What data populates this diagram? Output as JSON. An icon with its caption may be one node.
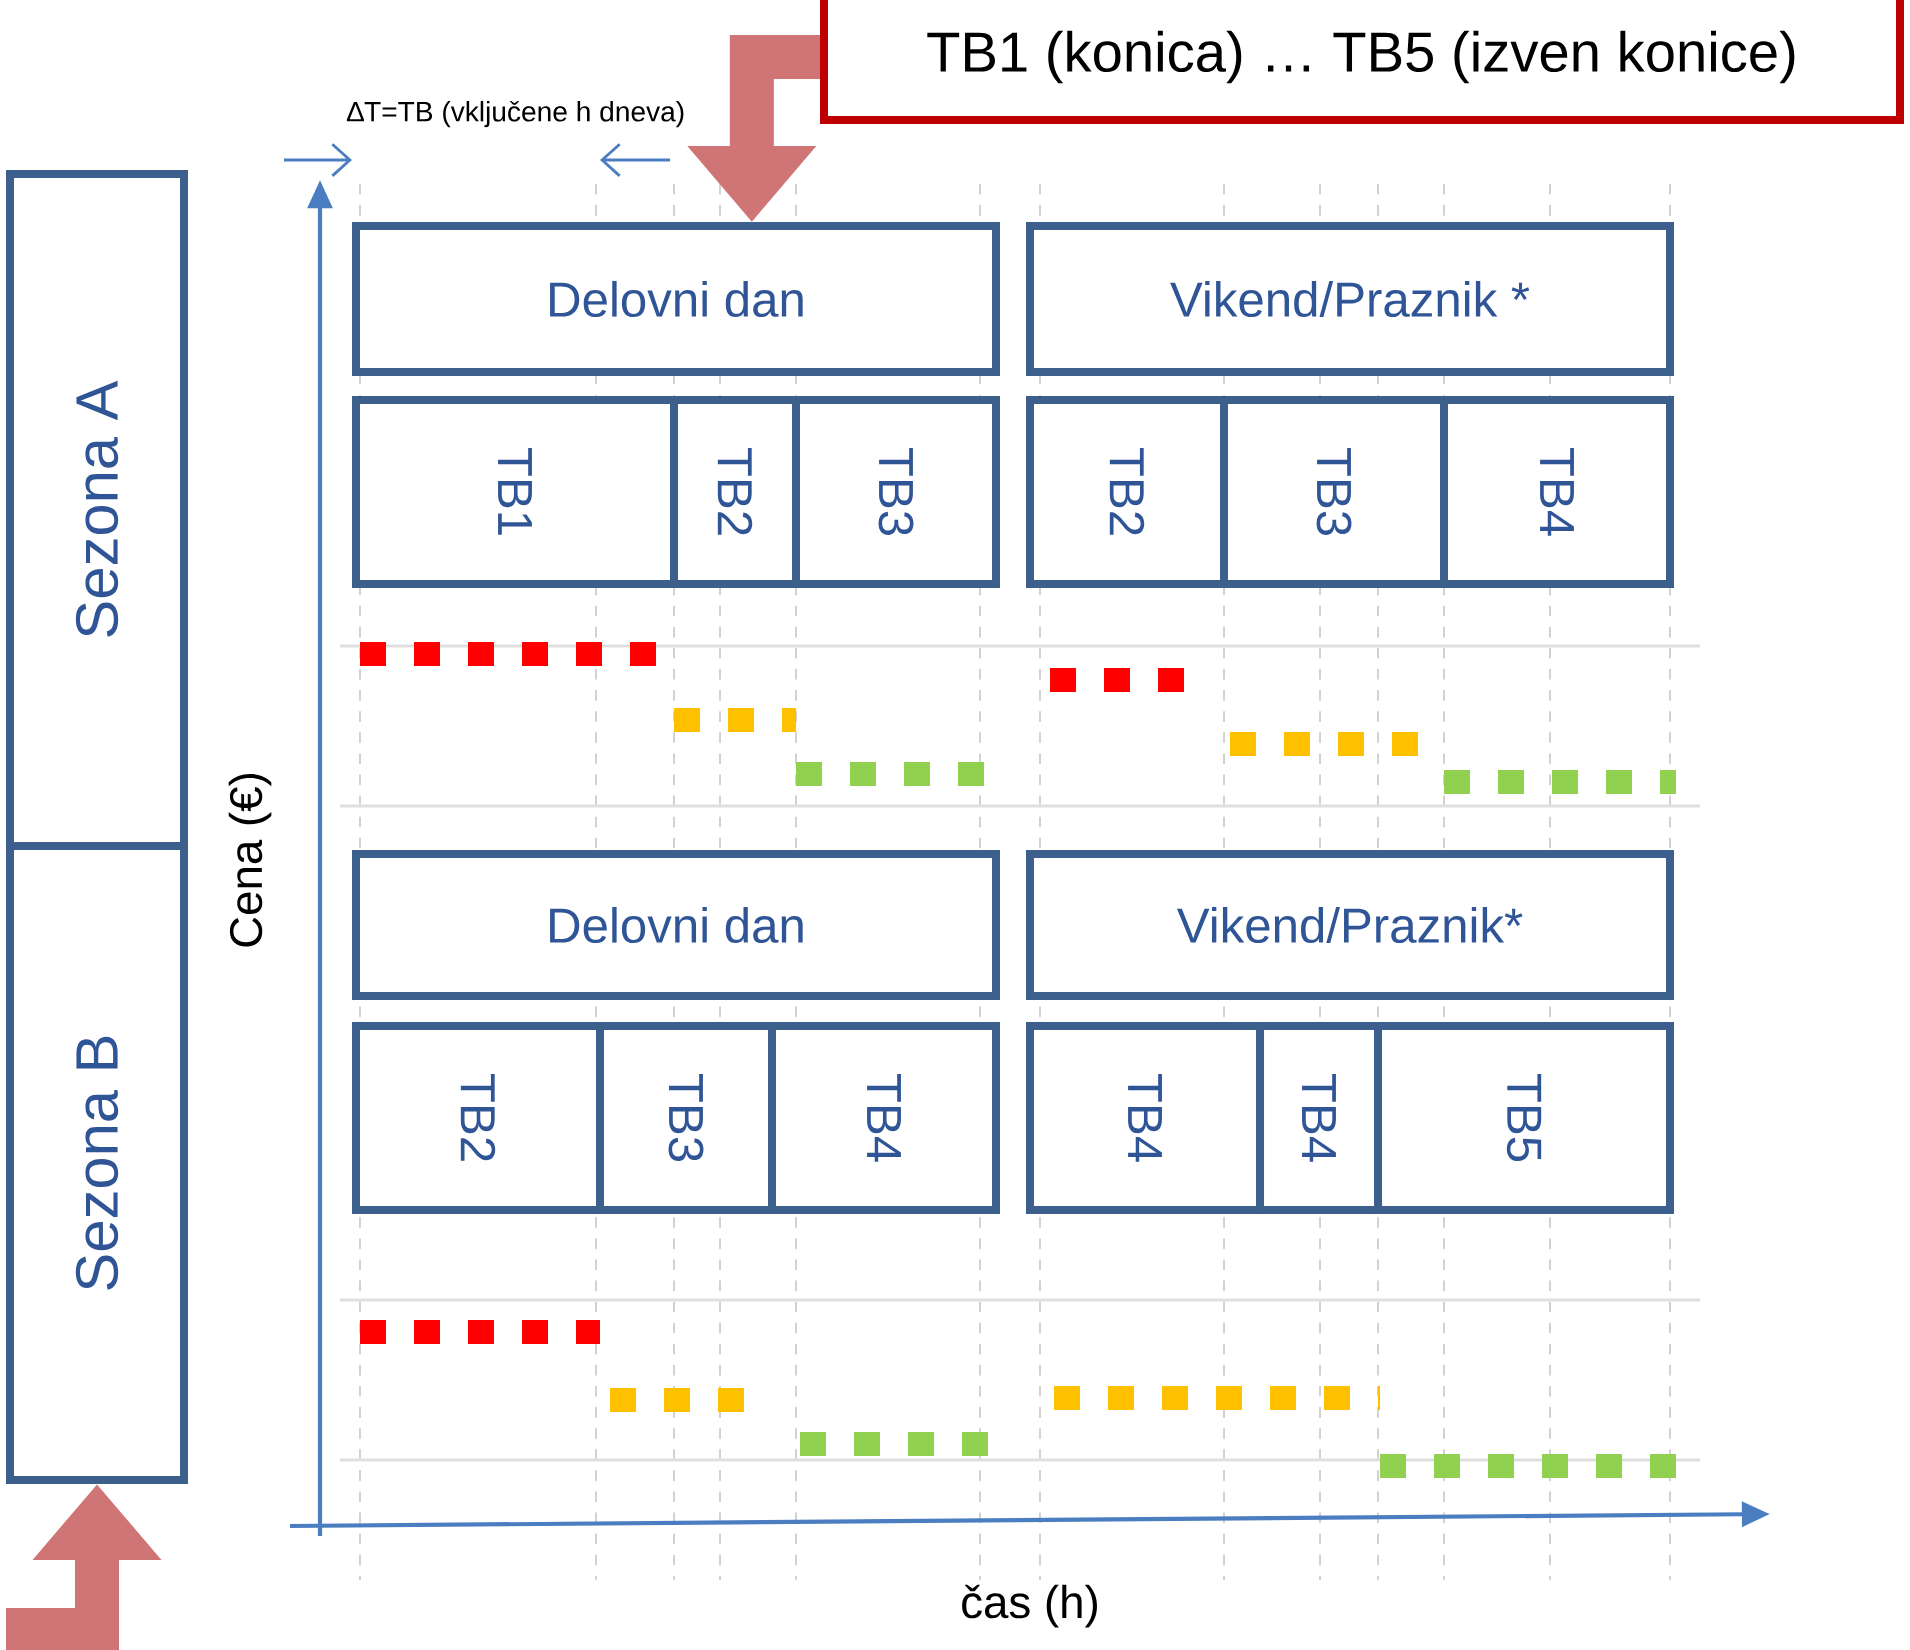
{
  "diagram": {
    "nodes": [
      {
        "text": [
          "Sezona A"
        ]
      },
      {
        "text": [
          "Sezona B"
        ]
      },
      {
        "text": [
          "Delovni dan"
        ]
      },
      {
        "text": [
          "Vikend/Praznik *"
        ]
      },
      {
        "text": [
          "TB1"
        ]
      },
      {
        "text": [
          "TB2"
        ]
      },
      {
        "text": [
          "TB3"
        ]
      },
      {
        "text": [
          "TB2"
        ]
      },
      {
        "text": [
          "TB3"
        ]
      },
      {
        "text": [
          "TB4"
        ]
      },
      {
        "text": [
          "Delovni dan"
        ]
      },
      {
        "text": [
          "Vikend/Praznik*"
        ]
      },
      {
        "text": [
          "TB2"
        ]
      },
      {
        "text": [
          "TB3"
        ]
      },
      {
        "text": [
          "TB4"
        ]
      },
      {
        "text": [
          "TB4"
        ]
      },
      {
        "text": [
          "TB4"
        ]
      },
      {
        "text": [
          "TB5"
        ]
      },
      {
        "text": [
          "TB1 (konica) … TB5 (izven konice)"
        ]
      }
    ],
    "edges": [
      {
        "from": 18,
        "to": 2,
        "arrow": "to"
      },
      {
        "from": null,
        "to": 1,
        "arrow": "to"
      }
    ],
    "labels": [
      "∆T=TB (vključene h dneva)",
      "Cena (€)",
      "čas (h)"
    ]
  }
}
